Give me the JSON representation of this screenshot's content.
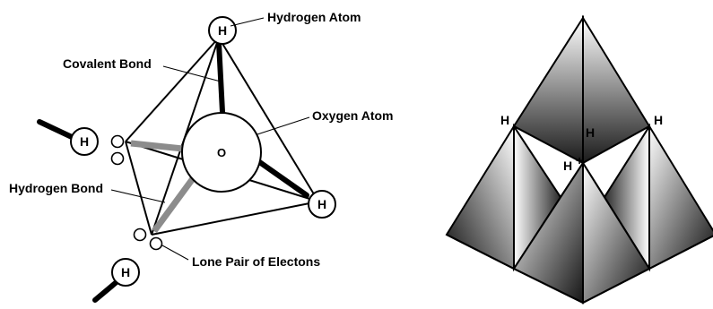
{
  "left_diagram": {
    "labels": {
      "hydrogen_atom": "Hydrogen Atom",
      "covalent_bond": "Covalent Bond",
      "oxygen_atom": "Oxygen Atom",
      "hydrogen_bond": "Hydrogen Bond",
      "lone_pair": "Lone Pair of Electons"
    },
    "atom_symbols": {
      "hydrogen": "H",
      "oxygen": "O"
    }
  },
  "right_diagram": {
    "vertex_labels": {
      "left": "H",
      "center": "H",
      "right": "H",
      "bottom": "H",
      "charge": "+"
    }
  },
  "colors": {
    "line": "#000000",
    "hydrogen_bond": "#8c8c8c",
    "gradient_dark": "#111111",
    "gradient_light": "#ffffff"
  }
}
